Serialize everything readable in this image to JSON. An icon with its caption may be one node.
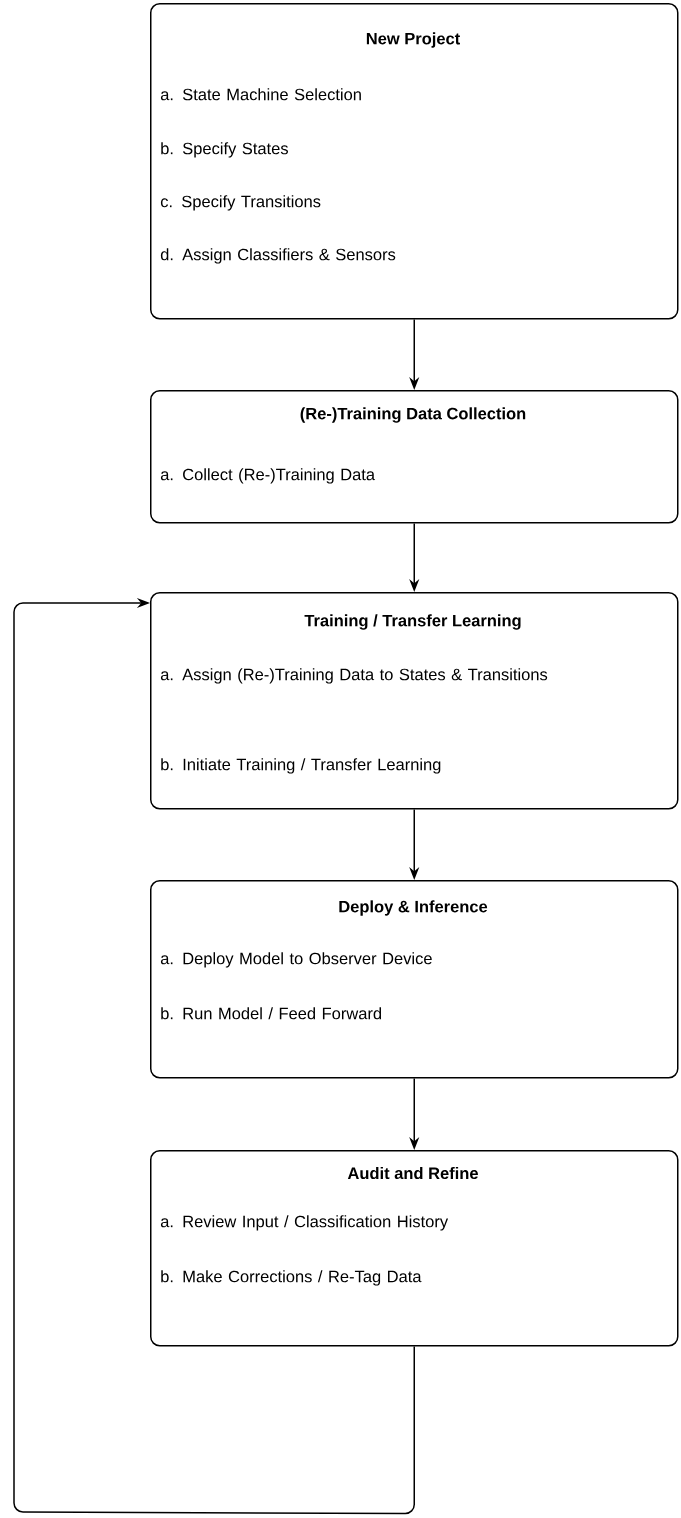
{
  "diagram": {
    "nodes": [
      {
        "text": [
          "New Project",
          "a. State Machine Selection",
          "b. Specify States",
          "c. Specify Transitions",
          "d. Assign Classifiers & Sensors"
        ]
      },
      {
        "text": [
          "(Re-)Training Data Collection",
          "a. Collect (Re-)Training Data"
        ]
      },
      {
        "text": [
          "Training / Transfer Learning",
          "a. Assign (Re-)Training Data to States & Transitions",
          "b. Initiate Training / Transfer Learning"
        ]
      },
      {
        "text": [
          "Deploy & Inference",
          "a. Deploy Model to Observer Device",
          "b. Run Model / Feed Forward"
        ]
      },
      {
        "text": [
          "Audit and Refine",
          "a. Review Input / Classification History",
          "b. Make Corrections / Re-Tag Data"
        ]
      }
    ],
    "edges": [
      {
        "from": 0,
        "to": 1,
        "arrow": "to"
      },
      {
        "from": 1,
        "to": 2,
        "arrow": "to"
      },
      {
        "from": 2,
        "to": 3,
        "arrow": "to"
      },
      {
        "from": 3,
        "to": 4,
        "arrow": "to"
      },
      {
        "from": 4,
        "to": 2,
        "arrow": "to"
      }
    ]
  }
}
